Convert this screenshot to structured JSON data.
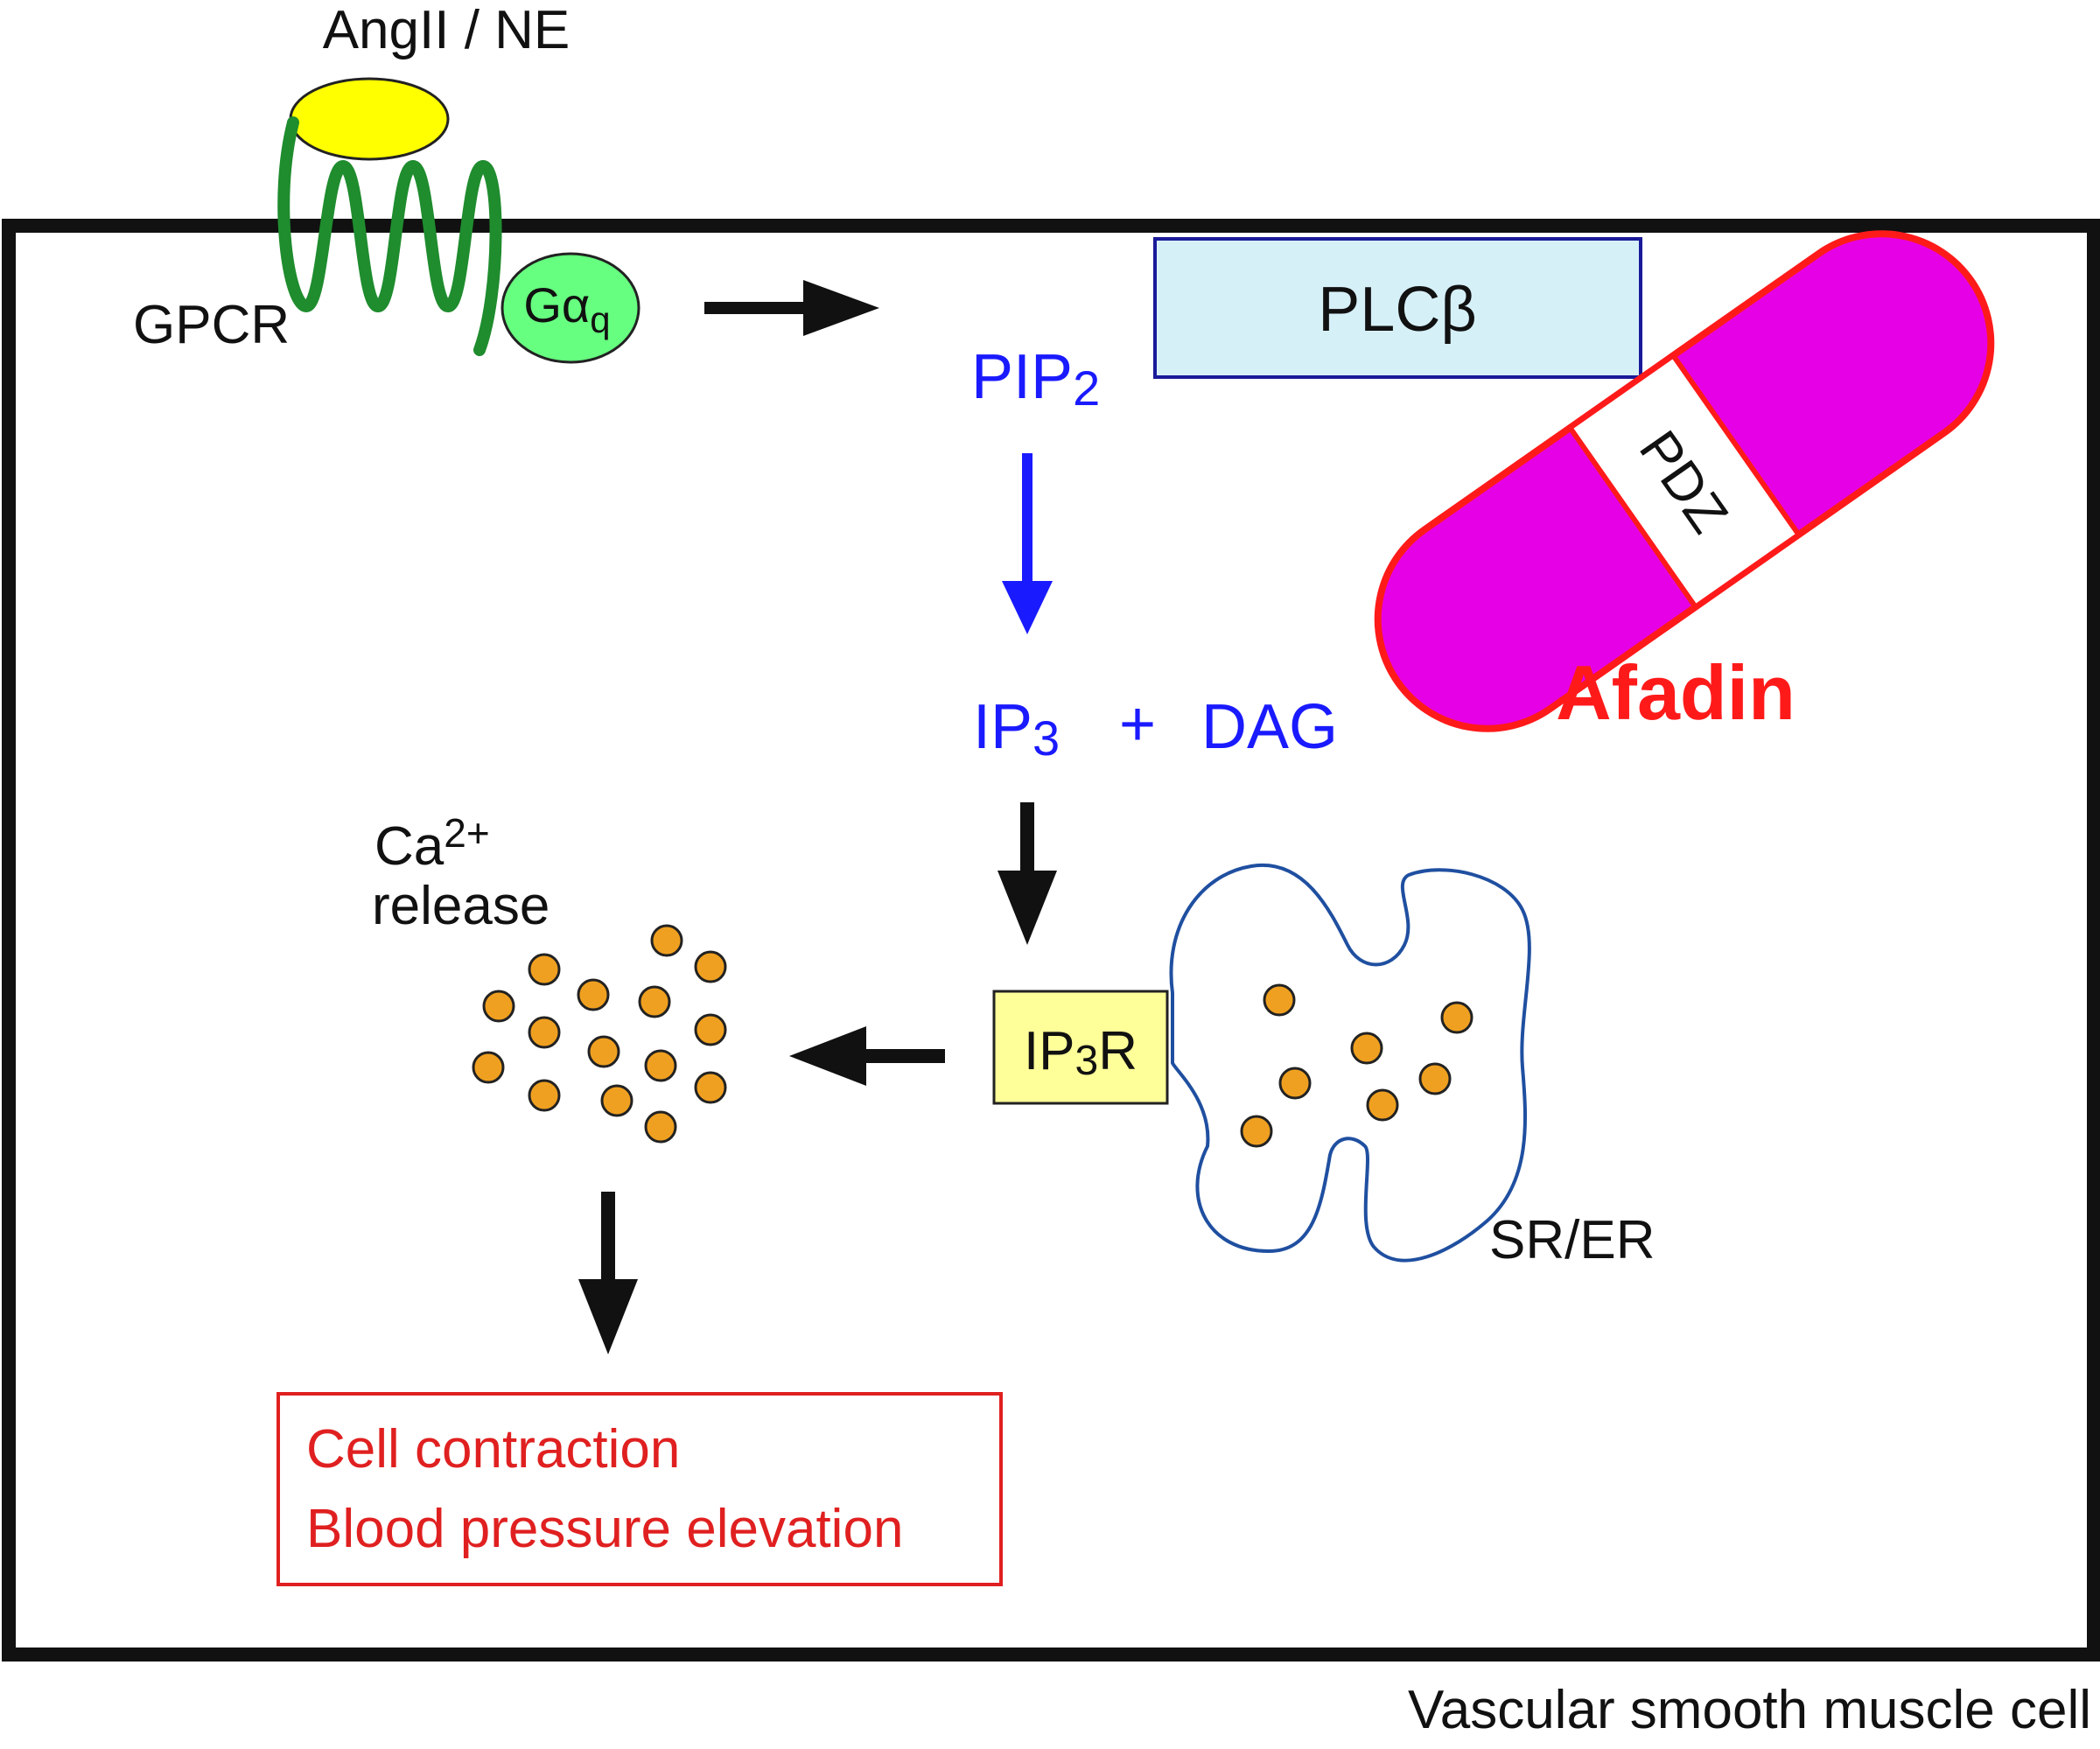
{
  "labels": {
    "ligand": "AngII / NE",
    "gpcr": "GPCR",
    "galpha_main": "Gα",
    "galpha_sub": "q",
    "plc": "PLCβ",
    "pip_main": "PIP",
    "pip_sub": "2",
    "ip3_main": "IP",
    "ip3_sub": "3",
    "plus": "+",
    "dag": "DAG",
    "pdz": "PDZ",
    "afadin": "Afadin",
    "ca_main": "Ca",
    "ca_sup": "2+",
    "ca_release": "release",
    "ip3r_main": "IP",
    "ip3r_sub": "3",
    "ip3r_end": "R",
    "srer": "SR/ER",
    "outcome_line1": "Cell contraction",
    "outcome_line2": "Blood pressure elevation",
    "cell_label": "Vascular smooth muscle cell"
  },
  "colors": {
    "black_text": "#111111",
    "pathway_blue": "#1a1aff",
    "afadin_red": "#ff1a1a",
    "afadin_fill": "#e600e6",
    "plc_fill": "#d6f0f8",
    "plc_border": "#1a1a99",
    "ip3r_fill": "#ffff99",
    "ligand_fill": "#ffff00",
    "gpcr_green": "#1f8c2e",
    "galpha_fill": "#66ff80",
    "calcium_fill": "#f0a020",
    "er_border": "#1f4fa0",
    "outcome_red": "#e02020"
  }
}
